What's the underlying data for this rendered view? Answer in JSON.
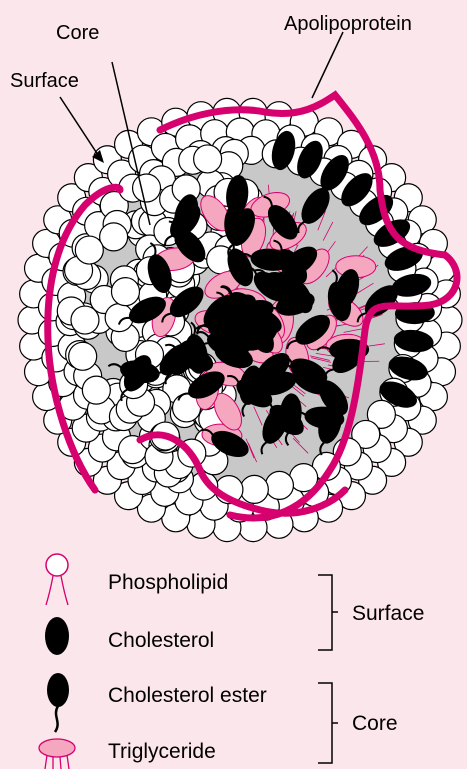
{
  "labels": {
    "core": "Core",
    "surface": "Surface",
    "apolipoprotein": "Apolipoprotein"
  },
  "legend": {
    "items": [
      {
        "label": "Phospholipid",
        "icon": "phospholipid-icon"
      },
      {
        "label": "Cholesterol",
        "icon": "cholesterol-icon"
      },
      {
        "label": "Cholesterol ester",
        "icon": "cholesterol-ester-icon"
      },
      {
        "label": "Triglyceride",
        "icon": "triglyceride-icon"
      }
    ],
    "groups": [
      {
        "label": "Surface"
      },
      {
        "label": "Core"
      }
    ]
  },
  "colors": {
    "background": "#fbe6ec",
    "apolipoprotein": "#d6006e",
    "triglyceride": "#f4a7bf",
    "cholesterol": "#000000",
    "phospholipid": "#ffffff",
    "core_fill": "#c8c8c8"
  }
}
